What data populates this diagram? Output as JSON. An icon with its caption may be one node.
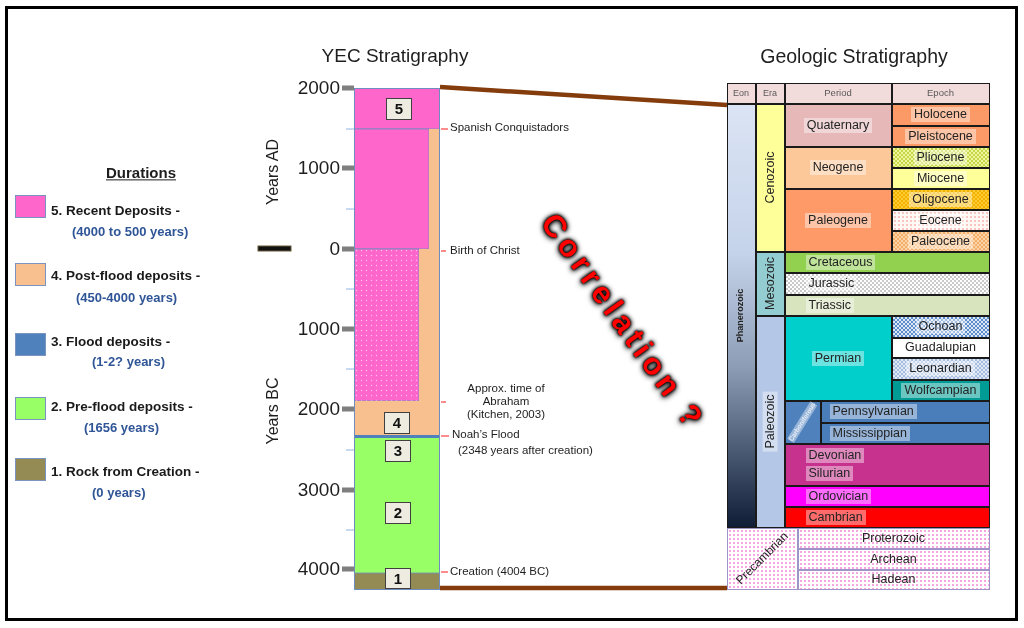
{
  "diagram": {
    "nodes": [
      {
        "text": [],
        "shape": "bar"
      },
      {
        "text": [
          "5"
        ],
        "in": 0
      },
      {
        "text": [
          "4"
        ],
        "in": 0
      },
      {
        "text": [
          "3"
        ],
        "in": 0
      },
      {
        "text": [
          "2"
        ],
        "in": 0
      },
      {
        "text": [
          "1"
        ],
        "in": 0
      },
      {
        "text": [],
        "shape": "box"
      },
      {
        "text": [
          "Eon"
        ],
        "in": 6
      },
      {
        "text": [
          "Era"
        ],
        "in": 6
      },
      {
        "text": [
          "Period"
        ],
        "in": 6
      },
      {
        "text": [
          "Epoch"
        ],
        "in": 6
      },
      {
        "text": [
          "Phanerozoic"
        ],
        "in": 6
      },
      {
        "text": [
          "Cenozoic"
        ],
        "in": 6
      },
      {
        "text": [
          "Quaternary"
        ],
        "in": 6
      },
      {
        "text": [
          "Holocene"
        ],
        "in": 6
      },
      {
        "text": [
          "Pleistocene"
        ],
        "in": 6
      },
      {
        "text": [
          "Neogene"
        ],
        "in": 6
      },
      {
        "text": [
          "Pliocene"
        ],
        "in": 6
      },
      {
        "text": [
          "Miocene"
        ],
        "in": 6
      },
      {
        "text": [
          "Paleogene"
        ],
        "in": 6
      },
      {
        "text": [
          "Oligocene"
        ],
        "in": 6
      },
      {
        "text": [
          "Eocene"
        ],
        "in": 6
      },
      {
        "text": [
          "Paleocene"
        ],
        "in": 6
      },
      {
        "text": [
          "Mesozoic"
        ],
        "in": 6
      },
      {
        "text": [
          "Cretaceous"
        ],
        "in": 6
      },
      {
        "text": [
          "Jurassic"
        ],
        "in": 6
      },
      {
        "text": [
          "Triassic"
        ],
        "in": 6
      },
      {
        "text": [
          "Paleozoic"
        ],
        "in": 6
      },
      {
        "text": [
          "Permian"
        ],
        "in": 6
      },
      {
        "text": [
          "Ochoan"
        ],
        "in": 6
      },
      {
        "text": [
          "Guadalupian"
        ],
        "in": 6
      },
      {
        "text": [
          "Leonardian"
        ],
        "in": 6
      },
      {
        "text": [
          "Wolfcampian"
        ],
        "in": 6
      },
      {
        "text": [
          "Carboniferous"
        ],
        "in": 6
      },
      {
        "text": [
          "Pennsylvanian"
        ],
        "in": 6
      },
      {
        "text": [
          "Mississippian"
        ],
        "in": 6
      },
      {
        "text": [
          "Devonian",
          "Silurian"
        ],
        "in": 6
      },
      {
        "text": [
          "Ordovician"
        ],
        "in": 6
      },
      {
        "text": [
          "Cambrian"
        ],
        "in": 6
      },
      {
        "text": [
          "Precambrian"
        ],
        "in": 6
      },
      {
        "text": [
          "Proterozoic"
        ],
        "in": 6
      },
      {
        "text": [
          "Archean"
        ],
        "in": 6
      },
      {
        "text": [
          "Hadean"
        ],
        "in": 6
      }
    ],
    "edges": [
      {
        "from": 0,
        "to": 6,
        "arrow": "none"
      },
      {
        "from": 0,
        "to": 6,
        "arrow": "none"
      }
    ],
    "labels": [
      "YEC Stratigraphy",
      "Geologic Stratigraphy",
      "Durations",
      "(4000 to 500 years)",
      "(450-4000 years)",
      "(1-2? years)",
      "(1656 years)",
      "(0 years)",
      "2000",
      "1000",
      "0",
      "1000",
      "2000",
      "3000",
      "4000",
      "Years AD",
      "Years BC",
      "Spanish Conquistadors",
      "Birth of Christ",
      "Approx. time of Abraham (Kitchen, 2003)",
      "Noah’s Flood",
      "(2348 years after creation)",
      "Creation (4004 BC)",
      "Correlation ?"
    ],
    "legend": [
      {
        "text": "5. Recent Deposits -",
        "color": "#ff66cc"
      },
      {
        "text": "4. Post-flood deposits -",
        "color": "#f9c08f"
      },
      {
        "text": "3. Flood deposits -",
        "color": "#4f81bd"
      },
      {
        "text": "2. Pre-flood deposits -",
        "color": "#99ff66"
      },
      {
        "text": "1. Rock from Creation -",
        "color": "#948a54"
      }
    ]
  }
}
